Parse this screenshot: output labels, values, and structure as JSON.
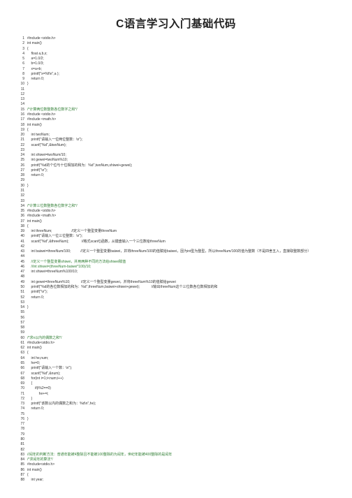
{
  "page": {
    "title": "C语言学习入门基础代码"
  },
  "colors": {
    "comment": "#2e7d32",
    "keyword": "#1a3ea8",
    "text": "#333333"
  },
  "code_lines": [
    {
      "n": "1",
      "t": "#include <stdio.h>",
      "k": "kw"
    },
    {
      "n": "2",
      "t": "int main()",
      "k": "kw"
    },
    {
      "n": "3",
      "t": "{",
      "k": ""
    },
    {
      "n": "4",
      "t": "    float a,b,x;",
      "k": "kw"
    },
    {
      "n": "5",
      "t": "    a=1.0/2;",
      "k": "kw"
    },
    {
      "n": "6",
      "t": "    b=1.0/3;",
      "k": "kw"
    },
    {
      "n": "7",
      "t": "    x=a+b;",
      "k": "kw"
    },
    {
      "n": "8",
      "t": "    printf(\"x=%f\\n\",a );",
      "k": "kw"
    },
    {
      "n": "9",
      "t": "    return 0;",
      "k": "kw"
    },
    {
      "n": "10",
      "t": "}",
      "k": ""
    },
    {
      "n": "11",
      "t": "",
      "k": ""
    },
    {
      "n": "12",
      "t": "",
      "k": ""
    },
    {
      "n": "13",
      "t": "",
      "k": ""
    },
    {
      "n": "14",
      "t": "",
      "k": ""
    },
    {
      "n": "15",
      "t": "/*计算两位数整数各位数字之和*/",
      "k": "cm"
    },
    {
      "n": "16",
      "t": "#include <stdio.h>",
      "k": "kw"
    },
    {
      "n": "17",
      "t": "#include <math.h>",
      "k": "kw"
    },
    {
      "n": "18",
      "t": "int main()",
      "k": "kw"
    },
    {
      "n": "19",
      "t": "{",
      "k": ""
    },
    {
      "n": "20",
      "t": "    int twoNum;",
      "k": "kw"
    },
    {
      "n": "21",
      "t": "    printf(\"请输入一位两位整数：\\n\");",
      "k": "kw"
    },
    {
      "n": "22",
      "t": "    scanf(\"%d\",&twoNum);",
      "k": "kw"
    },
    {
      "n": "23",
      "t": "",
      "k": ""
    },
    {
      "n": "24",
      "t": "    int shiwei=twoNum/10;",
      "k": "kw"
    },
    {
      "n": "25",
      "t": "    int gewei=twoNum%10;",
      "k": "kw"
    },
    {
      "n": "26",
      "t": "    printf(\"%d的个位与十位相加的和为：%d\",twoNum,shiwei+gewei);",
      "k": "kw"
    },
    {
      "n": "27",
      "t": "    printf(\"\\n\");",
      "k": "kw"
    },
    {
      "n": "28",
      "t": "    return 0;",
      "k": "kw"
    },
    {
      "n": "29",
      "t": "",
      "k": ""
    },
    {
      "n": "30",
      "t": "}",
      "k": ""
    },
    {
      "n": "31",
      "t": "",
      "k": ""
    },
    {
      "n": "32",
      "t": "",
      "k": ""
    },
    {
      "n": "33",
      "t": "",
      "k": ""
    },
    {
      "n": "34",
      "t": "/*计算三位数整数各位数字之和*/",
      "k": "cm"
    },
    {
      "n": "35",
      "t": "#include <stdio.h>",
      "k": "kw"
    },
    {
      "n": "36",
      "t": "#include <math.h>",
      "k": "kw"
    },
    {
      "n": "37",
      "t": "int main()",
      "k": "kw"
    },
    {
      "n": "38",
      "t": "{",
      "k": ""
    },
    {
      "n": "39",
      "t": "    int threeNum;                    //定义一个整型变量threeNum",
      "k": "kw"
    },
    {
      "n": "40",
      "t": "    printf(\"请输入一位三位整数：\\n\");",
      "k": "kw"
    },
    {
      "n": "41",
      "t": "    scanf(\"%d\",&threeNum);             //格式scanf()函数，从键盘输入一个三位数给threeNum",
      "k": "kw"
    },
    {
      "n": "42",
      "t": "",
      "k": ""
    },
    {
      "n": "43",
      "t": "    int baiwei=threeNum/100;          //定义一个整型变量baiwei，并将threeNum/100的值赋给baiwei，因为int型为整型，所以threeNum/100的值为整数（不是四舍五入，直接取整数部分）",
      "k": "kw"
    },
    {
      "n": "44",
      "t": "",
      "k": ""
    },
    {
      "n": "45",
      "t": "    //定义一个整型变量shiwei，并用两种不同的方法给shiwei赋值",
      "k": "cm"
    },
    {
      "n": "46",
      "t": "    //int shiwei=(threeNum-baiwei*100)/10;",
      "k": "cm"
    },
    {
      "n": "47",
      "t": "    int shiwei=threeNum%100/10;",
      "k": "kw"
    },
    {
      "n": "48",
      "t": "",
      "k": ""
    },
    {
      "n": "49",
      "t": "    int gewei=threeNum%10;           //定义一个整型变量gewei，并将threeNum%10的值赋给gewei",
      "k": "kw"
    },
    {
      "n": "50",
      "t": "    printf(\"%d的各位数相加的和为：%d\",threeNum,baiwei+shiwei+gewei);            //输出threeNum这个三位数各位数相加的和",
      "k": "kw"
    },
    {
      "n": "51",
      "t": "    printf(\"\\n\");",
      "k": "kw"
    },
    {
      "n": "52",
      "t": "    return 0;",
      "k": "kw"
    },
    {
      "n": "53",
      "t": "",
      "k": ""
    },
    {
      "n": "54",
      "t": "}",
      "k": ""
    },
    {
      "n": "55",
      "t": "",
      "k": ""
    },
    {
      "n": "56",
      "t": "",
      "k": ""
    },
    {
      "n": "57",
      "t": "",
      "k": ""
    },
    {
      "n": "58",
      "t": "",
      "k": ""
    },
    {
      "n": "59",
      "t": "",
      "k": ""
    },
    {
      "n": "60",
      "t": "/*求n以内的偶数之和*/",
      "k": "cm"
    },
    {
      "n": "61",
      "t": "#include<stdio.h>",
      "k": "kw"
    },
    {
      "n": "62",
      "t": "int main()",
      "k": "kw"
    },
    {
      "n": "63",
      "t": "{",
      "k": ""
    },
    {
      "n": "64",
      "t": "    int he,num;",
      "k": "kw"
    },
    {
      "n": "65",
      "t": "    he=0;",
      "k": "kw"
    },
    {
      "n": "66",
      "t": "    printf(\"请输入一个数：\\n\");",
      "k": "kw"
    },
    {
      "n": "67",
      "t": "    scanf(\"%d\",&num);",
      "k": "kw"
    },
    {
      "n": "68",
      "t": "    for(int i=1;i<num;i++)",
      "k": "kw"
    },
    {
      "n": "69",
      "t": "    {",
      "k": ""
    },
    {
      "n": "70",
      "t": "        if(i%2==0)",
      "k": "kw"
    },
    {
      "n": "71",
      "t": "            he+=i;",
      "k": "kw"
    },
    {
      "n": "72",
      "t": "    }",
      "k": ""
    },
    {
      "n": "73",
      "t": "    printf(\"该数以内的偶数之和为：%d\\n\",he);",
      "k": "kw"
    },
    {
      "n": "74",
      "t": "    return 0;",
      "k": "kw"
    },
    {
      "n": "75",
      "t": "",
      "k": ""
    },
    {
      "n": "76",
      "t": "}",
      "k": ""
    },
    {
      "n": "77",
      "t": "",
      "k": ""
    },
    {
      "n": "78",
      "t": "",
      "k": ""
    },
    {
      "n": "79",
      "t": "",
      "k": ""
    },
    {
      "n": "80",
      "t": "",
      "k": ""
    },
    {
      "n": "81",
      "t": "",
      "k": ""
    },
    {
      "n": "82",
      "t": "",
      "k": ""
    },
    {
      "n": "83",
      "t": "//闰年的判断方法：普通年能被4整除且不能被100整除的为闰年，世纪年能被400整除的是闰年",
      "k": "cm"
    },
    {
      "n": "84",
      "t": "/*求闰年的算法*/",
      "k": "cm"
    },
    {
      "n": "85",
      "t": "#include<stdio.h>",
      "k": "kw"
    },
    {
      "n": "86",
      "t": "int main()",
      "k": "kw"
    },
    {
      "n": "87",
      "t": "{",
      "k": ""
    },
    {
      "n": "88",
      "t": "    int year;",
      "k": "kw"
    }
  ]
}
